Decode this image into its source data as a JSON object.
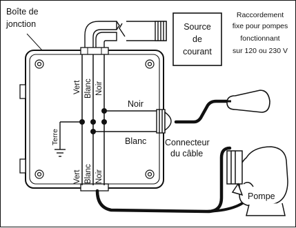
{
  "labels": {
    "junction_box_line1": "Boîte de",
    "junction_box_line2": "jonction",
    "power_source_line1": "Source",
    "power_source_line2": "de",
    "power_source_line3": "courant",
    "fixed_connection_line1": "Raccordement",
    "fixed_connection_line2": "fixe pour pompes",
    "fixed_connection_line3": "fonctionnant",
    "fixed_connection_line4": "sur 120 ou 230 V",
    "wire_green_top": "Vert",
    "wire_white_top": "Blanc",
    "wire_black_top": "Noir",
    "wire_green_bottom": "Vert",
    "wire_white_bottom": "Blanc",
    "wire_black_bottom": "Noir",
    "ground": "Terre",
    "cable_black": "Noir",
    "cable_white": "Blanc",
    "cable_connector_line1": "Connecteur",
    "cable_connector_line2": "du câble",
    "pump": "Pompe"
  }
}
